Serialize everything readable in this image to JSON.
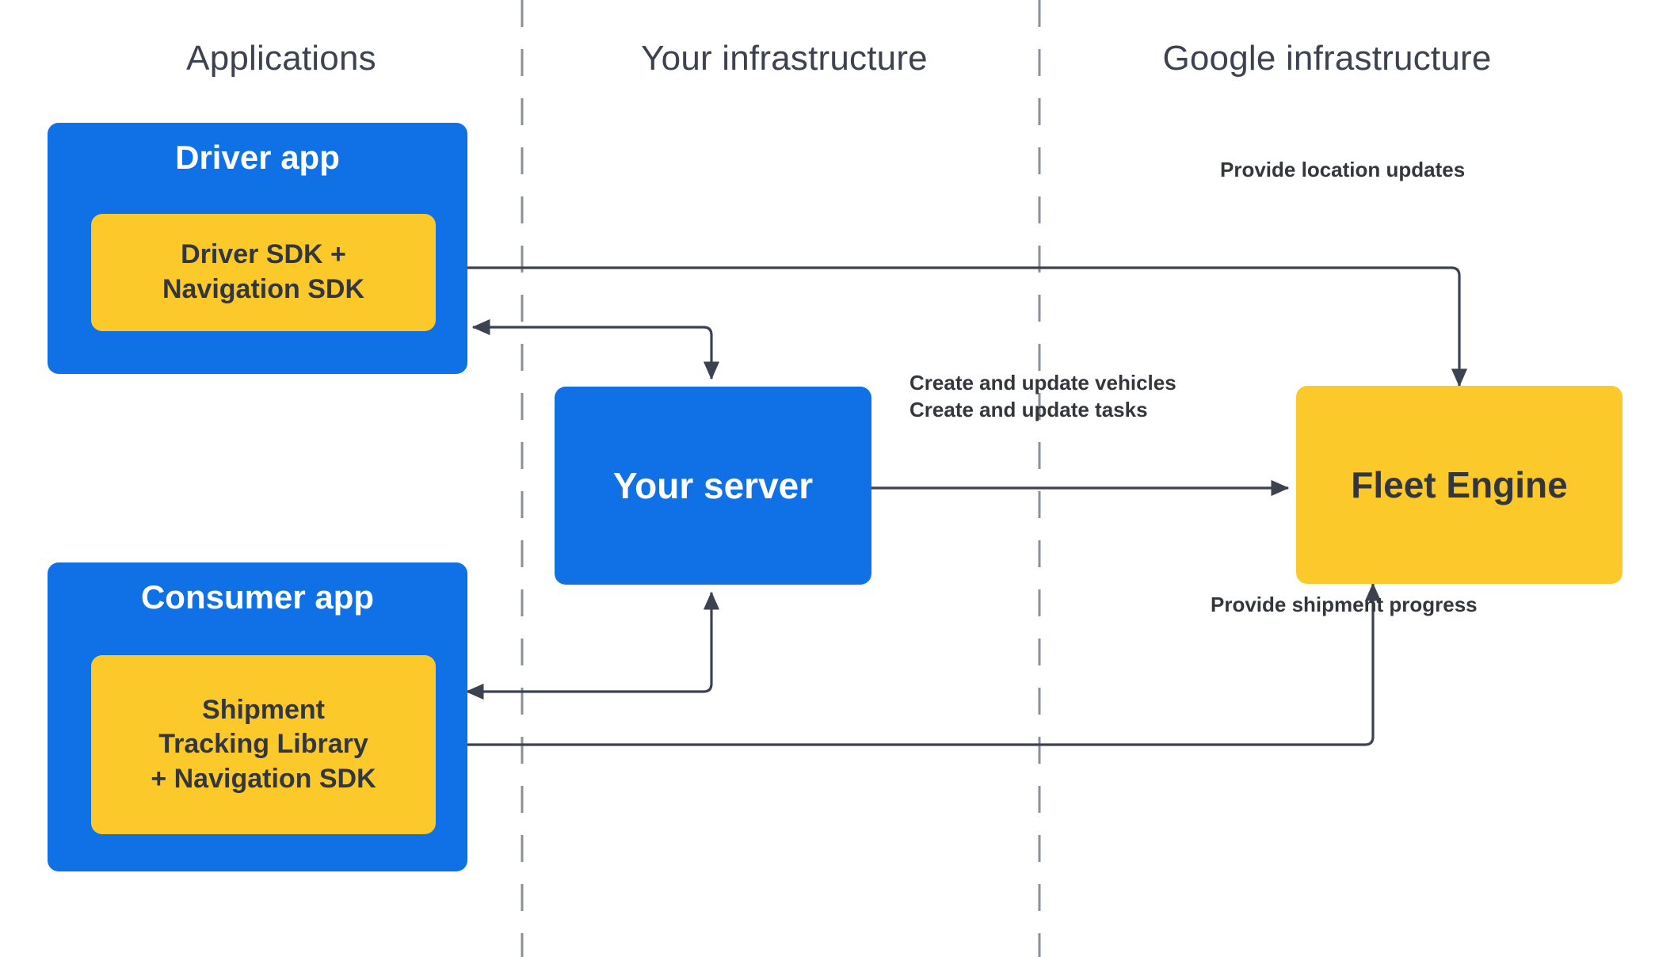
{
  "diagram": {
    "title_row": {
      "applications": "Applications",
      "your_infrastructure": "Your infrastructure",
      "google_infrastructure": "Google infrastructure"
    },
    "nodes": {
      "driver_app": {
        "title": "Driver app",
        "sdk": "Driver SDK +\nNavigation SDK"
      },
      "consumer_app": {
        "title": "Consumer app",
        "sdk": "Shipment\nTracking Library\n+ Navigation SDK"
      },
      "your_server": {
        "title": "Your server"
      },
      "fleet_engine": {
        "title": "Fleet Engine"
      }
    },
    "edge_labels": {
      "provide_location_updates": "Provide location updates",
      "create_and_update": "Create and update vehicles\nCreate and update tasks",
      "provide_shipment_progress": "Provide shipment progress"
    },
    "colors": {
      "blue": "#1070e5",
      "yellow": "#fcc92a",
      "line": "#3c4250",
      "text_dark": "#33373b",
      "text_title": "#3c4250",
      "divider": "#8a9099",
      "background": "#ffffff"
    }
  }
}
